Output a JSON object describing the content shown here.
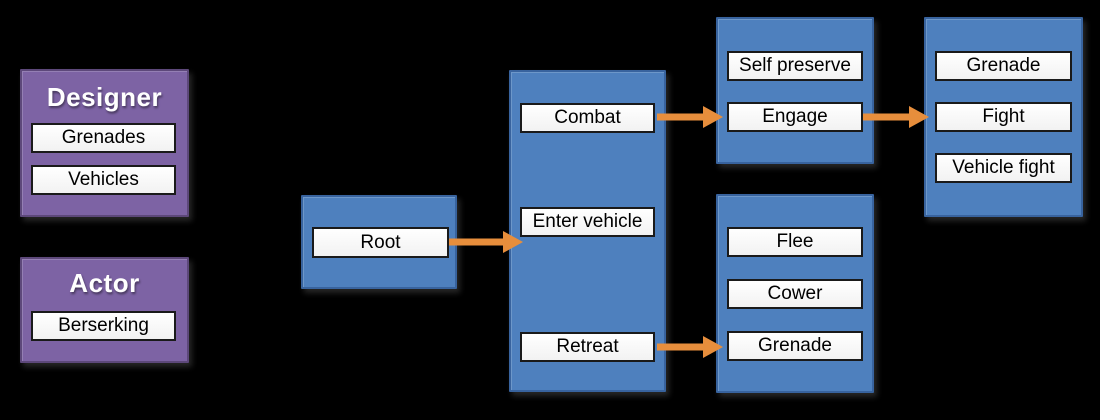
{
  "colors": {
    "background": "#000000",
    "blue_fill": "#4E80BE",
    "blue_border": "#38639E",
    "purple_fill": "#7D63A4",
    "purple_border": "#5D487A",
    "node_border": "#1A1A1A",
    "node_text": "#000000",
    "title_text": "#FFFFFF",
    "arrow": "#E78E3C"
  },
  "legend": {
    "groups": [
      {
        "title": "Designer",
        "items": [
          {
            "label": "Grenades"
          },
          {
            "label": "Vehicles"
          }
        ]
      },
      {
        "title": "Actor",
        "items": [
          {
            "label": "Berserking"
          }
        ]
      }
    ]
  },
  "tree": {
    "groups": [
      {
        "id": "root-group",
        "items": [
          {
            "label": "Root"
          }
        ]
      },
      {
        "id": "selector-group",
        "items": [
          {
            "label": "Combat"
          },
          {
            "label": "Enter vehicle"
          },
          {
            "label": "Retreat"
          }
        ]
      },
      {
        "id": "combat-children-group",
        "items": [
          {
            "label": "Self preserve"
          },
          {
            "label": "Engage"
          }
        ]
      },
      {
        "id": "retreat-children-group",
        "items": [
          {
            "label": "Flee"
          },
          {
            "label": "Cower"
          },
          {
            "label": "Grenade"
          }
        ]
      },
      {
        "id": "engage-children-group",
        "items": [
          {
            "label": "Grenade"
          },
          {
            "label": "Fight"
          },
          {
            "label": "Vehicle fight"
          }
        ]
      }
    ],
    "arrows": [
      {
        "from": "Root",
        "to": "selector-group"
      },
      {
        "from": "Combat",
        "to": "Engage"
      },
      {
        "from": "Engage",
        "to": "Fight"
      },
      {
        "from": "Retreat",
        "to": "Grenade"
      }
    ]
  }
}
